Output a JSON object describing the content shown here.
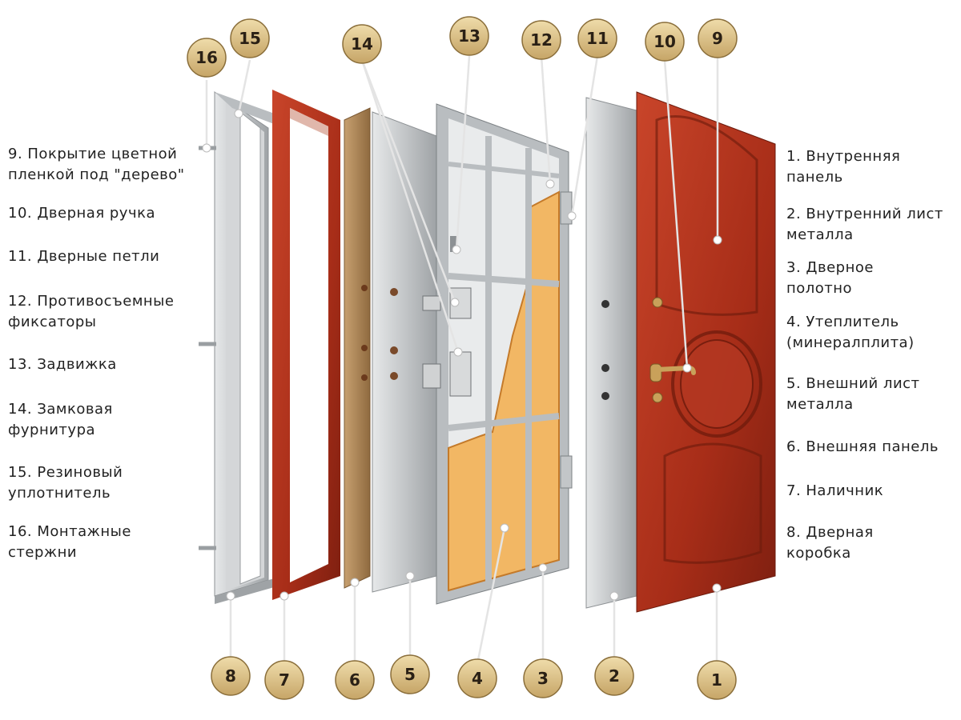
{
  "left_legend": [
    {
      "text": "9. Покрытие цветной\nпленкой под \"дерево\""
    },
    {
      "text": "10. Дверная ручка"
    },
    {
      "text": "11. Дверные петли"
    },
    {
      "text": "12. Противосъемные\nфиксаторы"
    },
    {
      "text": "13. Задвижка"
    },
    {
      "text": "14. Замковая\nфурнитура"
    },
    {
      "text": "15. Резиновый\nуплотнитель"
    },
    {
      "text": "16. Монтажные\nстержни"
    }
  ],
  "right_legend": [
    {
      "text": "1. Внутренняя\nпанель"
    },
    {
      "text": "2. Внутренний лист\nметалла"
    },
    {
      "text": "3. Дверное\nполотно"
    },
    {
      "text": "4. Утеплитель\n(минералплита)"
    },
    {
      "text": "5. Внешний лист\nметалла"
    },
    {
      "text": "6. Внешняя панель"
    },
    {
      "text": "7. Наличник"
    },
    {
      "text": "8. Дверная\nкоробка"
    }
  ],
  "callouts_top": [
    "16",
    "15",
    "14",
    "13",
    "12",
    "11",
    "10",
    "9"
  ],
  "callouts_bottom": [
    "8",
    "7",
    "6",
    "5",
    "4",
    "3",
    "2",
    "1"
  ],
  "colors": {
    "callout_fill": "#d9c08a",
    "callout_stroke": "#8a6e3a",
    "door_red": "#b8361f",
    "door_red_dark": "#7e1f10",
    "metal": "#c9cbcc",
    "insulation": "#f2b764",
    "wood_panel": "#b08a5b",
    "leader_line": "#d9d9d9"
  }
}
